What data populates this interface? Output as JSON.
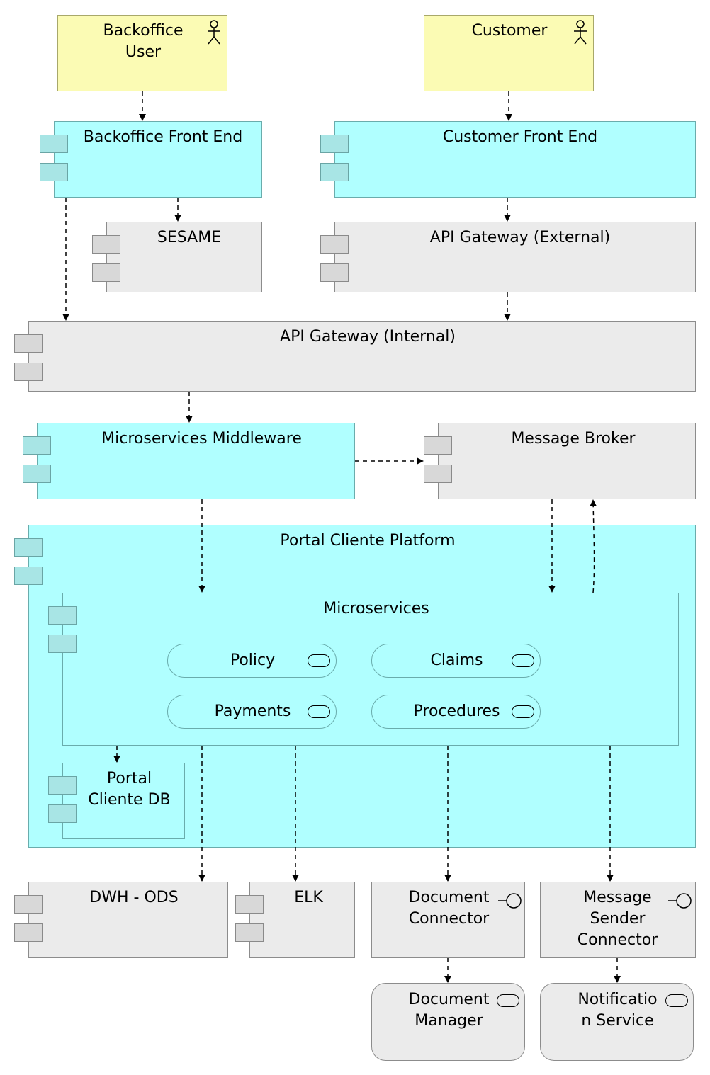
{
  "colors": {
    "application_component": "#b0ffff",
    "technology_node": "#ebebeb",
    "actor": "#fbfbb4"
  },
  "actors": {
    "backoffice_user": "Backoffice\nUser",
    "customer": "Customer"
  },
  "components": {
    "backoffice_front_end": "Backoffice Front End",
    "customer_front_end": "Customer Front End",
    "sesame": "SESAME",
    "api_gateway_external": "API Gateway (External)",
    "api_gateway_internal": "API Gateway (Internal)",
    "microservices_middleware": "Microservices Middleware",
    "message_broker": "Message Broker",
    "portal_cliente_platform": "Portal Cliente Platform",
    "microservices": "Microservices",
    "portal_cliente_db": "Portal\nCliente DB",
    "dwh_ods": "DWH - ODS",
    "elk": "ELK",
    "document_connector": "Document\nConnector",
    "message_sender_connector": "Message\nSender\nConnector",
    "document_manager": "Document\nManager",
    "notification_service": "Notificatio\nn Service"
  },
  "services": {
    "policy": "Policy",
    "claims": "Claims",
    "payments": "Payments",
    "procedures": "Procedures"
  },
  "icons": {
    "actor": "actor-icon",
    "component": "component-icon",
    "service": "service-icon",
    "interface": "interface-icon"
  }
}
